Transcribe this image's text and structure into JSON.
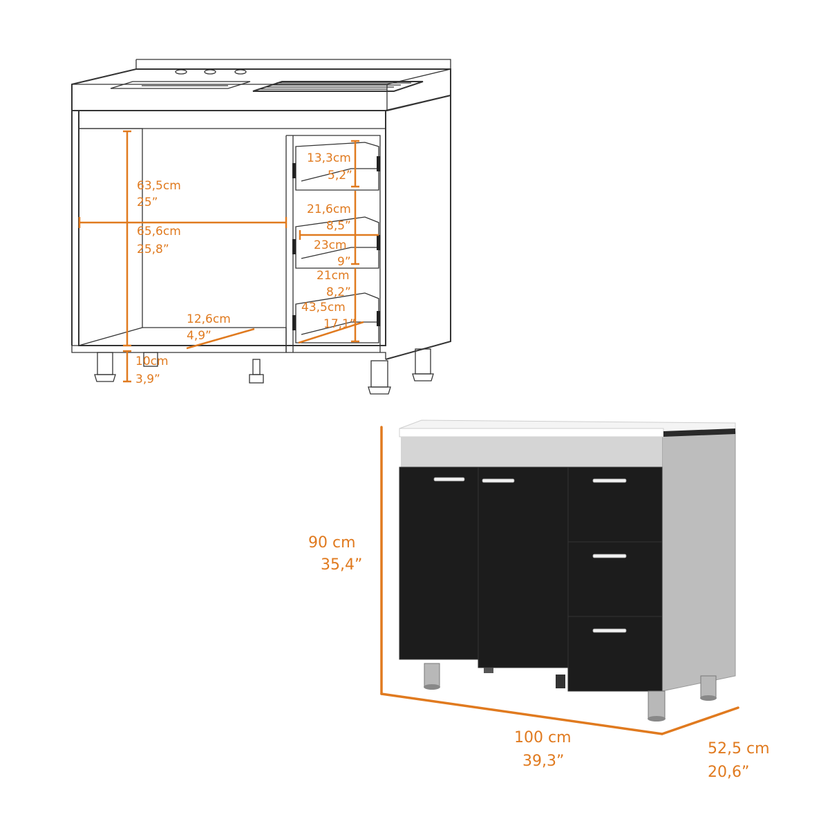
{
  "diagram": {
    "line_drawing_labels": {
      "height_inner_cm": "63,5cm",
      "height_inner_in": "25”",
      "width_inner_cm": "65,6cm",
      "width_inner_in": "25,8”",
      "depth_floor_cm": "12,6cm",
      "depth_floor_in": "4,9”",
      "leg_cm": "10cm",
      "leg_in": "3,9”",
      "drawer1_cm": "13,3cm",
      "drawer1_in": "5,2”",
      "drawer2_cm": "21,6cm",
      "drawer2_in": "8,5”",
      "drawer_width_cm": "23cm",
      "drawer_width_in": "9”",
      "drawer3_cm": "21cm",
      "drawer3_in": "8,2”",
      "drawer_depth_cm": "43,5cm",
      "drawer_depth_in": "17,1”"
    },
    "product_labels": {
      "height_cm": "90 cm",
      "height_in": "35,4”",
      "width_cm": "100 cm",
      "width_in": "39,3”",
      "depth_cm": "52,5 cm",
      "depth_in": "20,6”"
    },
    "colors": {
      "dimension": "#e07a1f",
      "outline": "#333333",
      "cabinet_front": "#1c1c1c",
      "cabinet_side": "#bdbdbd",
      "countertop": "#ffffff"
    }
  }
}
